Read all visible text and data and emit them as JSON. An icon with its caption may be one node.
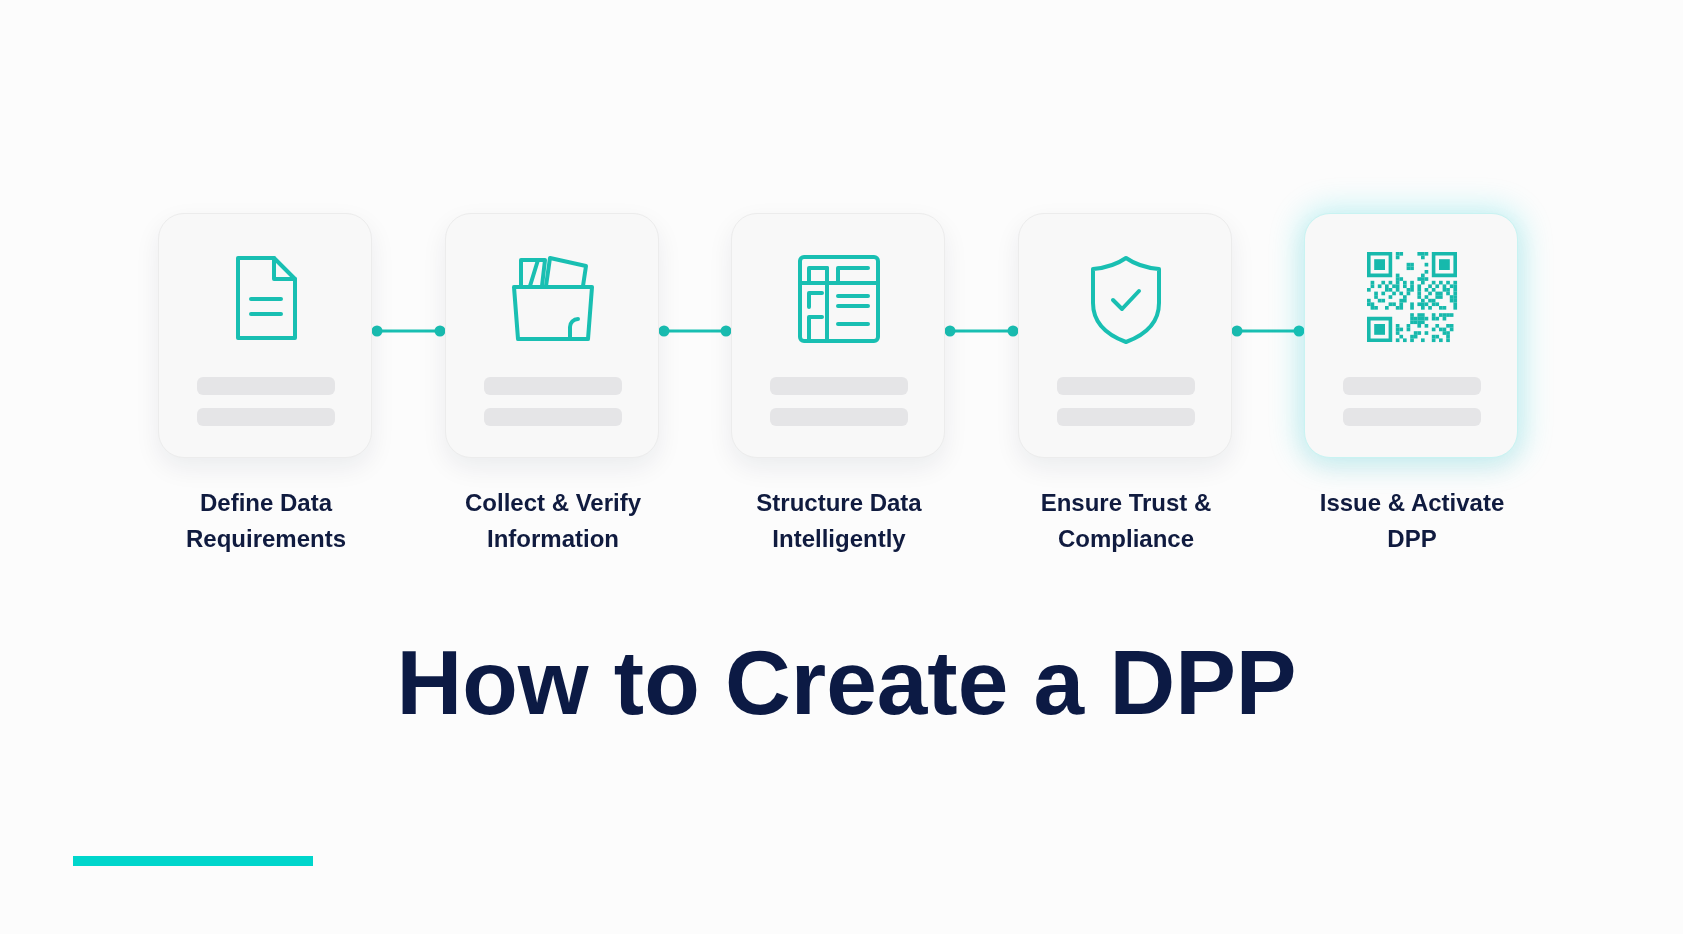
{
  "diagram": {
    "title": "How to Create a DPP",
    "nodes": [
      {
        "text": [
          "Define Data Requirements"
        ]
      },
      {
        "text": [
          "Collect & Verify Information"
        ]
      },
      {
        "text": [
          "Structure Data Intelligently"
        ]
      },
      {
        "text": [
          "Ensure Trust & Compliance"
        ]
      },
      {
        "text": [
          "Issue & Activate DPP"
        ]
      }
    ],
    "edges": [
      {
        "from": 0,
        "to": 1,
        "arrow": "other"
      },
      {
        "from": 1,
        "to": 2,
        "arrow": "other"
      },
      {
        "from": 2,
        "to": 3,
        "arrow": "other"
      },
      {
        "from": 3,
        "to": 4,
        "arrow": "other"
      }
    ]
  }
}
